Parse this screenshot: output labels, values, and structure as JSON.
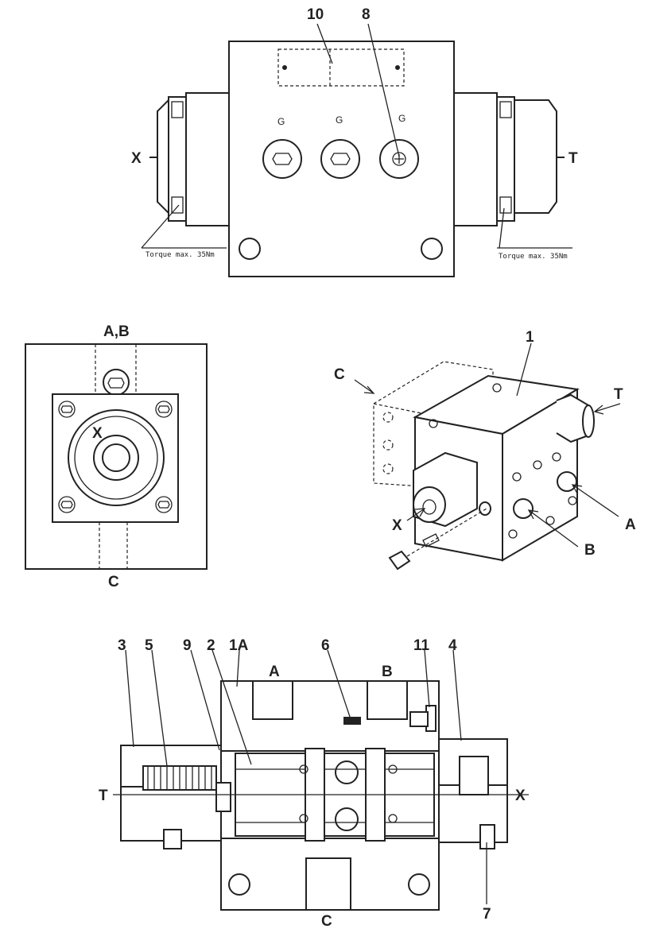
{
  "top_view": {
    "callouts": [
      "10",
      "8"
    ],
    "side_left": "X",
    "side_right": "T",
    "gauge_labels": [
      "G",
      "G",
      "G"
    ],
    "torque_left": "Torque max. 35Nm",
    "torque_right": "Torque max. 35Nm"
  },
  "end_view": {
    "top": "A,B",
    "center": "X",
    "bottom": "C"
  },
  "iso_view": {
    "callout": "1",
    "ports": [
      "C",
      "T",
      "A",
      "B",
      "X"
    ]
  },
  "section_view": {
    "callouts_top": [
      "3",
      "5",
      "9",
      "2",
      "1A",
      "6",
      "11",
      "4"
    ],
    "ports_top": [
      "A",
      "B"
    ],
    "left": "T",
    "right": "X",
    "bottom": "C",
    "callout_bottom_right": "7"
  },
  "colors": {
    "ink": "#222222",
    "paper": "#ffffff"
  }
}
